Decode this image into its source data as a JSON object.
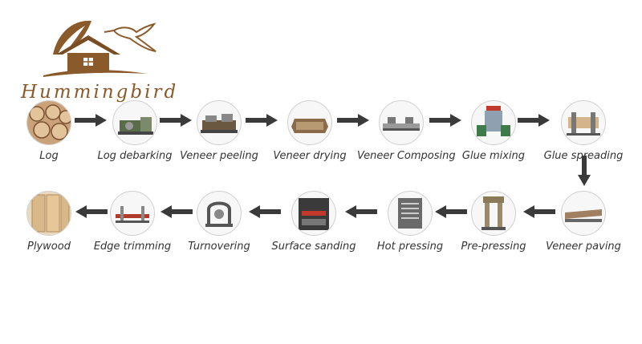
{
  "brand": {
    "name": "Hummingbird"
  },
  "colors": {
    "arrow": "#3a3a3a",
    "brand": "#8a5a2b",
    "label": "#333333"
  },
  "steps_top": [
    {
      "label": "Log",
      "icon": "log-pile-icon"
    },
    {
      "label": "Log debarking",
      "icon": "debarking-machine-icon"
    },
    {
      "label": "Veneer peeling",
      "icon": "peeling-machine-icon"
    },
    {
      "label": "Veneer drying",
      "icon": "dryer-icon"
    },
    {
      "label": "Veneer Composing",
      "icon": "composing-machine-icon"
    },
    {
      "label": "Glue mixing",
      "icon": "glue-mixer-icon"
    },
    {
      "label": "Glue spreading",
      "icon": "glue-spreader-icon"
    }
  ],
  "steps_bottom": [
    {
      "label": "Veneer paving",
      "icon": "paving-line-icon"
    },
    {
      "label": "Pre-pressing",
      "icon": "pre-press-icon"
    },
    {
      "label": "Hot pressing",
      "icon": "hot-press-icon"
    },
    {
      "label": "Surface sanding",
      "icon": "sanding-machine-icon"
    },
    {
      "label": "Turnovering",
      "icon": "turnover-machine-icon"
    },
    {
      "label": "Edge trimming",
      "icon": "edge-trimming-icon"
    },
    {
      "label": "Plywood",
      "icon": "plywood-stack-icon"
    }
  ]
}
